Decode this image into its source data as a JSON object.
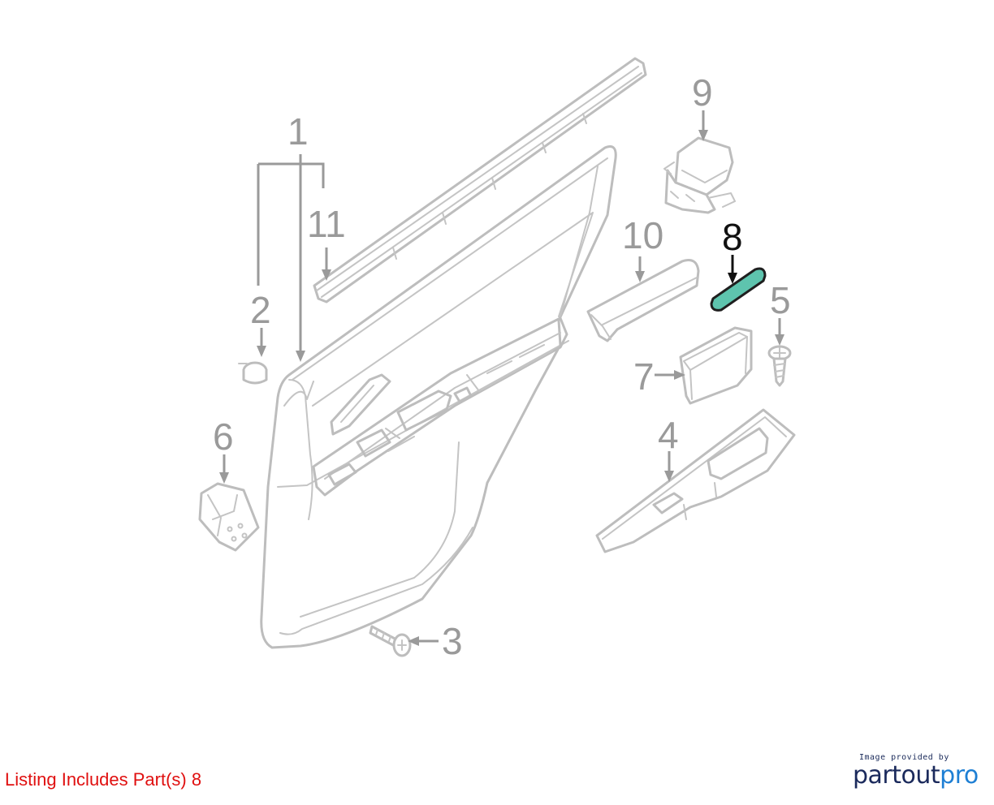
{
  "diagram": {
    "callouts": [
      {
        "id": "1",
        "label": "1"
      },
      {
        "id": "2",
        "label": "2"
      },
      {
        "id": "3",
        "label": "3"
      },
      {
        "id": "4",
        "label": "4"
      },
      {
        "id": "5",
        "label": "5"
      },
      {
        "id": "6",
        "label": "6"
      },
      {
        "id": "7",
        "label": "7"
      },
      {
        "id": "8",
        "label": "8"
      },
      {
        "id": "9",
        "label": "9"
      },
      {
        "id": "10",
        "label": "10"
      },
      {
        "id": "11",
        "label": "11"
      }
    ],
    "highlighted_part": "8",
    "colors": {
      "part_line": "#bdbdbd",
      "callout": "#9a9a9a",
      "highlight_fill": "#5ec4ae",
      "highlight_text": "#111111"
    }
  },
  "listing_note": "Listing Includes Part(s) 8",
  "credit": {
    "caption": "Image provided by",
    "logo_part1": "partout",
    "logo_part2": "pro",
    "colors": {
      "dark": "#1b2a5c",
      "accent": "#1e7fd4"
    }
  },
  "note_color": "#e01010"
}
